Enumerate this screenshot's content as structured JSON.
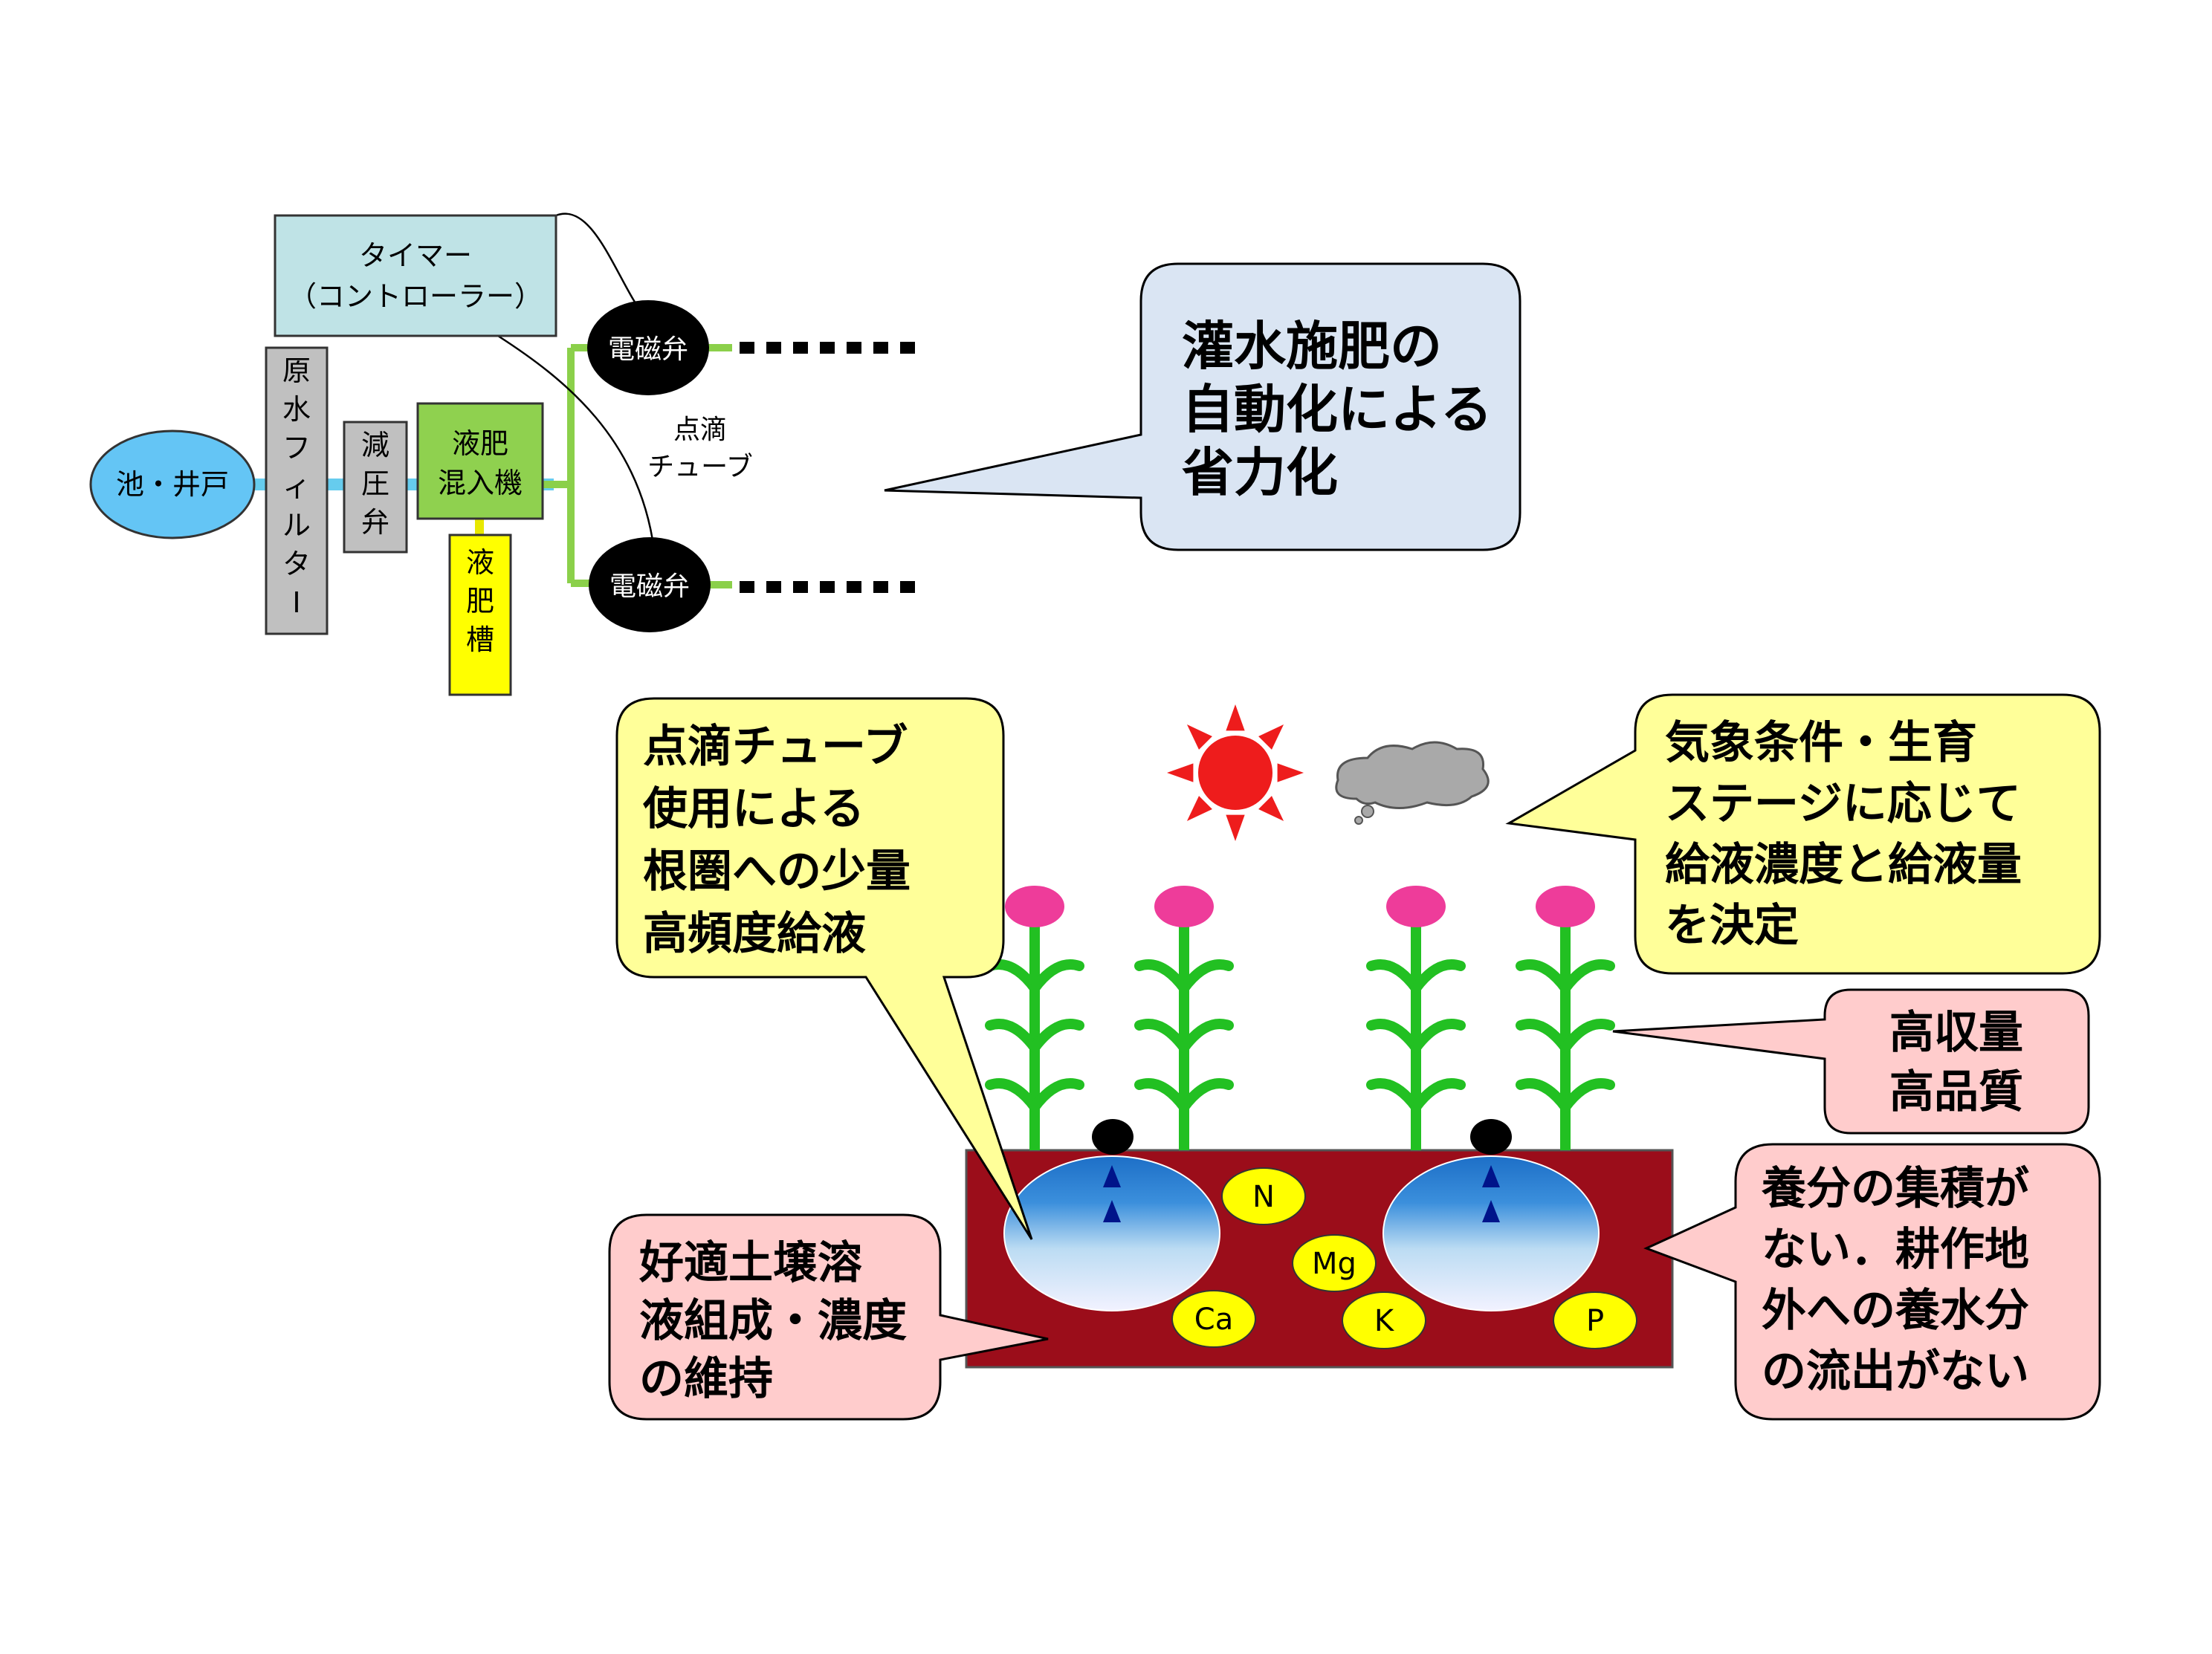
{
  "system": {
    "source": "池・井戸",
    "filter": "原水フィルタI",
    "pressure_valve": "減圧弁",
    "mixer": {
      "line1": "液肥",
      "line2": "混入機"
    },
    "tank": "液肥槽",
    "timer": {
      "line1": "タイマー",
      "line2": "（コントローラー）"
    },
    "valve_top": "電磁弁",
    "valve_bottom": "電磁弁",
    "tube": {
      "line1": "点滴",
      "line2": "チューブ"
    },
    "callout": [
      "灌水施肥の",
      "自動化による",
      "省力化"
    ]
  },
  "field": {
    "drip_callout": [
      "点滴チューブ",
      "使用による",
      "根圏への少量",
      "高頻度給液"
    ],
    "weather_callout": [
      "気象条件・生育",
      "ステージに応じて",
      "給液濃度と給液量",
      "を決定"
    ],
    "yield_callout": [
      "高収量",
      "高品質"
    ],
    "soil_callout": [
      "好適土壌溶",
      "液組成・濃度",
      "の維持"
    ],
    "runoff_callout": [
      "養分の集積が",
      "ない．耕作地",
      "外への養水分",
      "の流出がない"
    ],
    "nutrients": [
      "N",
      "Mg",
      "Ca",
      "K",
      "P"
    ]
  },
  "colors": {
    "pipe_blue": "#66ccee",
    "pipe_green": "#8bd04a",
    "timer_fill": "#bfe3e6",
    "source_fill": "#64c5f5",
    "filter_fill": "#c0c0c0",
    "mixer_fill": "#8fd14f",
    "tank_fill": "#ffff00",
    "callout_blue": "#dae5f3",
    "callout_yellow": "#ffff99",
    "callout_pink": "#ffcccc",
    "soil": "#9b0d1a",
    "nutrient": "#ffff00",
    "stem": "#22c022",
    "flower": "#ee3c9a",
    "sun": "#ee1c1c"
  }
}
